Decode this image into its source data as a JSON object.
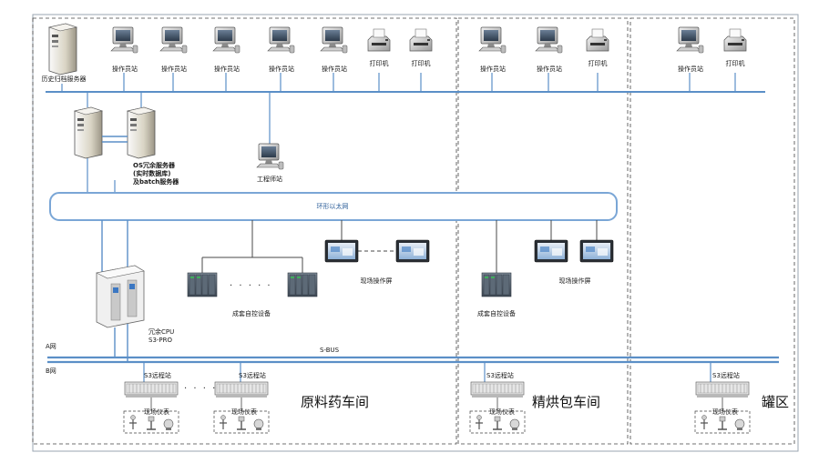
{
  "areas": {
    "raw_material": "原料药车间",
    "drying_packing": "精烘包车间",
    "tank_farm": "罐区"
  },
  "top_network": {
    "history_server": "历史归档服务器",
    "operator_station": "操作员站",
    "printer": "打印机"
  },
  "servers": {
    "line1": "OS冗余服务器",
    "line2": "(实时数据库)",
    "line3": "及batch服务器"
  },
  "engineer_station": "工程师站",
  "ring_ethernet": "环形以太网",
  "controller": {
    "line1": "冗余CPU",
    "line2": "S3-PRO"
  },
  "package_control": "成套自控设备",
  "field_hmi": "现场操作屏",
  "bus": {
    "a_net": "A网",
    "b_net": "B网",
    "sbus": "S-BUS"
  },
  "io_station": "S3远程站",
  "field_instruments": "现场仪表",
  "colors": {
    "bus_blue": "#5b8fc7",
    "ring_blue": "#7aa6d6",
    "line_dark": "#4a4a4a",
    "frame_gray": "#9aa4b0"
  }
}
